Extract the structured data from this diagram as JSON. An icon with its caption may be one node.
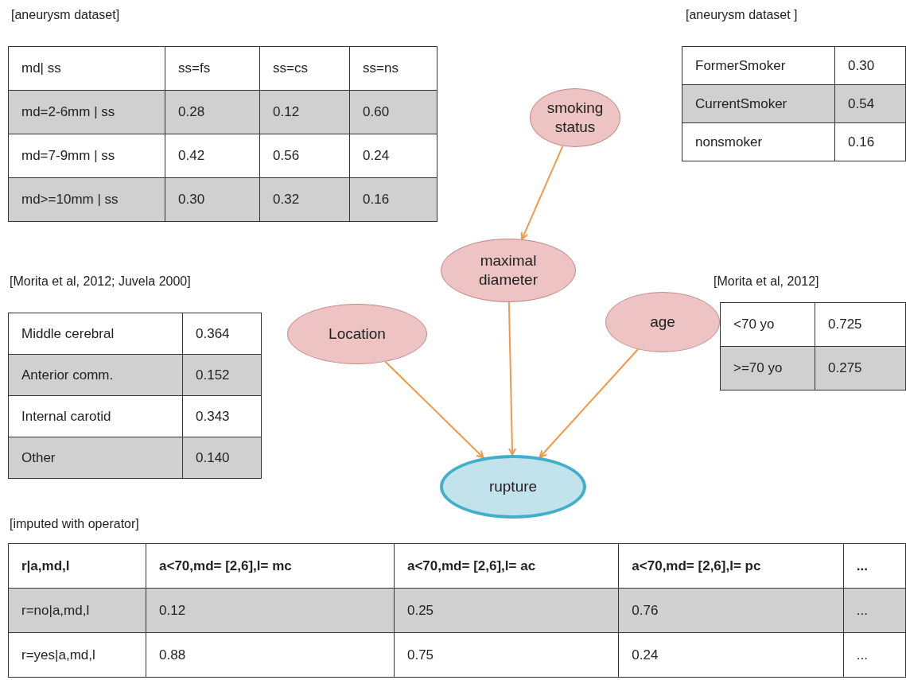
{
  "diagram": {
    "nodes": [
      {
        "text": [
          "smoking status"
        ]
      },
      {
        "text": [
          "maximal diameter"
        ]
      },
      {
        "text": [
          "Location"
        ]
      },
      {
        "text": [
          "age"
        ]
      },
      {
        "text": [
          "rupture"
        ]
      }
    ],
    "edges": [
      {
        "from": 0,
        "to": 1,
        "arrow": "to"
      },
      {
        "from": 2,
        "to": 4,
        "arrow": "to"
      },
      {
        "from": 1,
        "to": 4,
        "arrow": "to"
      },
      {
        "from": 3,
        "to": 4,
        "arrow": "to"
      }
    ],
    "labels": [
      "[aneurysm dataset]",
      "md| ss",
      "ss=fs",
      "ss=cs",
      "ss=ns",
      "md=2-6mm | ss",
      "0.28",
      "0.12",
      "0.60",
      "md=7-9mm | ss",
      "0.42",
      "0.56",
      "0.24",
      "md>=10mm | ss",
      "0.30",
      "0.32",
      "0.16",
      "[aneurysm dataset ]",
      "FormerSmoker",
      "0.30",
      "CurrentSmoker",
      "0.54",
      "nonsmoker",
      "0.16",
      "[Morita et al, 2012; Juvela 2000]",
      "Middle cerebral",
      "0.364",
      "Anterior comm.",
      "0.152",
      "Internal carotid",
      "0.343",
      "Other",
      "0.140",
      "[Morita et al, 2012]",
      "<70 yo",
      "0.725",
      ">=70 yo",
      "0.275",
      "[imputed with operator]",
      "r|a,md,l",
      "a<70,md= [2,6],l= mc",
      "a<70,md= [2,6],l= ac",
      "a<70,md= [2,6],l= pc",
      "...",
      "r=no|a,md,l",
      "0.12",
      "0.25",
      "0.76",
      "...",
      "r=yes|a,md,l",
      "0.88",
      "0.75",
      "0.24",
      "..."
    ]
  }
}
